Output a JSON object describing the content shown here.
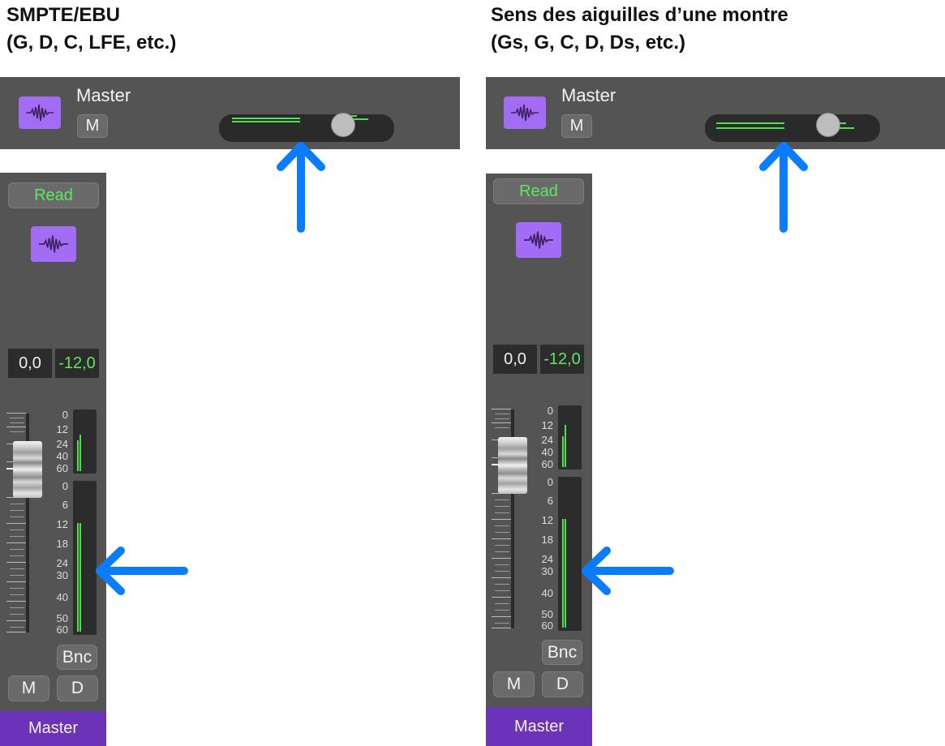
{
  "left": {
    "title_line1": "SMPTE/EBU",
    "title_line2": "(G, D, C, LFE, etc.)",
    "header": {
      "name": "Master",
      "mute_label": "M",
      "icon": "waveform-icon",
      "pan_value": 0.5
    },
    "strip": {
      "automation_label": "Read",
      "icon": "waveform-icon",
      "volume_value": "0,0",
      "peak_value": "-12,0",
      "upper_meter_scale": [
        "0",
        "12",
        "24",
        "40",
        "60"
      ],
      "lower_meter_scale": [
        "0",
        "6",
        "12",
        "18",
        "24",
        "30",
        "40",
        "50",
        "60"
      ],
      "bounce_label": "Bnc",
      "mute_label": "M",
      "dim_label": "D",
      "track_name": "Master"
    }
  },
  "right": {
    "title_line1": "Sens des aiguilles d’une montre",
    "title_line2": "(Gs, G, C, D, Ds, etc.)",
    "header": {
      "name": "Master",
      "mute_label": "M",
      "icon": "waveform-icon",
      "pan_value": 0.5
    },
    "strip": {
      "automation_label": "Read",
      "icon": "waveform-icon",
      "volume_value": "0,0",
      "peak_value": "-12,0",
      "upper_meter_scale": [
        "0",
        "12",
        "24",
        "40",
        "60"
      ],
      "lower_meter_scale": [
        "0",
        "6",
        "12",
        "18",
        "24",
        "30",
        "40",
        "50",
        "60"
      ],
      "bounce_label": "Bnc",
      "mute_label": "M",
      "dim_label": "D",
      "track_name": "Master"
    }
  },
  "colors": {
    "accent_purple": "#a36cf5",
    "track_name_bar": "#6a33b8",
    "meter_green": "#4fe04f",
    "arrow_blue": "#0a7cff",
    "panel_gray": "#545454"
  }
}
